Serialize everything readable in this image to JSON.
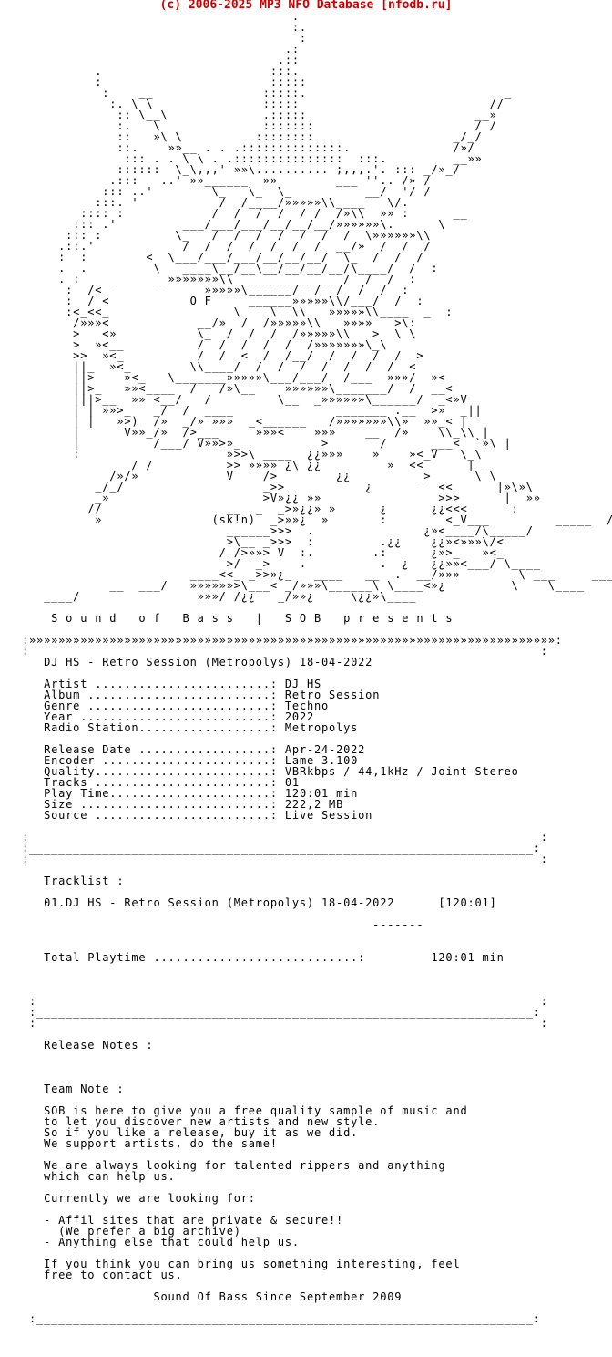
{
  "watermark": "(c) 2006-2025 MP3 NFO Database [nfodb.ru]",
  "ascii_art": "                                     .\n                                     :.\n                                      :\n                                    .:\n                                   .::\n          .                       :::.\n          :                       :::::\n           :    __               :::::.                           _\n            :. \\ \\               :::::                          //\n             :: \\__\\             .:::::                       __»\n             :.   \\              :::::::                      / /\n             ::   »\\ \\          ::::::::                   _/_/\n             ::.    »»__ . . .::::::::::::::.              /»/\n              ::: . . \\ \\ . .:::::::::::::::  :::.         __»»\n             ::::::  \\_\\,,,' »»\\.......... ;,,,.'. ::: _/»_/\n            .:::   ..' »»______  »»        ___ ''.. /» /\n           ::: ..'        \\_   \\_  \\_          __/  '/ /\n          :::. '           /  /____/»»»»»\\\\____   \\/.\n        :::: :            /  /  /  /  / /  /»\\\\  »» :      __\n       ::: .'         ___/___/___/__/__/__/»»»»»»\\.      \\\n      ::: :          \\_   /  /  /  /  /  /  /  \\»»»»»»\\\\\n     .::.'            /  /  /  /  /  /  /  __/»  /  /  /\n     :  :        <  \\___/___/___/__/__/__/  \\_  /  /  /\n     .  .         \\   ____\\__/__\\__/__/__/__/\\____/  /  :\n     . :    _     __»»»»»»»\\\\_______________/  /  /  :\n      :  /<              »»»»»\\______/  /  /  /  /  :\n      :  / <           O F     ______»»»»»\\\\/___/  /  :\n      :<_<<_                 \\    \\  \\\\   »»»»»\\\\____  _  :\n       /»»»<            __/»  /  /»»»»»\\\\   »»»»   >\\:\n       >   <»           \\_  /  /  /  /»»»»»\\\\   >  \\ \\\n       >  »<__          /  /  /  /  /  /»»»»»»»\\_\\\n       >>  »<_          /  /  <  /  /__/  /  /  /  /  >\n       ||_  »<_        \\\\____/  /  /  /  /  /  /  /  <\n       ||>    »<_   \\_______»»»»»\\___/___/  /___  »»»/  »<\n       ||>_   »»<____  /   /»\\__    »»»»»»\\_______/  /  __<\n       |||>__  »» <__/   /         \\__  _»»»»»»\\______/  _<»V\n       | | »»>_   _/  /  ____              _______ .__  >»  _||\n       | |   »>)  /»  _/» »»»  _<______   /»»»»»»»\\\\»  »»_< |\n       |      V»»_/»  />___     »»»<    »»»    __  /»    \\\\_\\\\ |\n       |          /___/ V»»>»_           >       /      ___<  `»\\ |\n       :                    »>>\\ ____  ¿¿»»»    »    »<_V   \\_\\\n              _/ /          >> »»»» ¿\\ ¿¿         »  <<      |_\n            /»/»            V    />        ¿¿         _>      \\ \\_\n          _/_/                   _>>           ¿         <<      |»\\»\\\n          _»                     >V»¿¿ »»                >>>      |  »»\n         //                 __  _  _>»¿¿» »      ¿      ¿¿<<<      :\n          »               (sk!n)  _>»»¿  »       :        <_V___         _____  /\n                            ______>>>  .               ¿»<____/\\_____/\n                            >\\__ _>>>  :         .¿¿    ¿¿»<»»»\\/<\n                           / />»»> V  :.        .:      ¿»>_   »<_\n                            >/  _>    .          .  ¿   ¿¿»»<___/ \\____\n                       ____<<_ _>>»¿_   ____   __  .  __/»»»        \\ ___     _____\n            __  ___/   »»»»»»>\\___< _/»»»\\______\\ \\____<»¿         \\    \\____\n   ____/                »»»/ /¿¿   _/»»¿     \\¿¿»\\____",
  "presents": "S o u n d   o f   B a s s   |   S O B   p r e s e n t s",
  "border_top": ":»»»»»»»»»»»»»»»»»»»»»»»»»»»»»»»»»»»»»»»»»»»»»»»»»»»»»»»»»»»»»»»»»»»»»»»»:",
  "release_title": "DJ HS - Retro Session (Metropolys) 18-04-2022",
  "info": [
    {
      "label": "Artist ........................:",
      "value": "DJ HS"
    },
    {
      "label": "Album .........................:",
      "value": "Retro Session"
    },
    {
      "label": "Genre .........................:",
      "value": "Techno"
    },
    {
      "label": "Year ..........................:",
      "value": "2022"
    },
    {
      "label": "Radio Station..................:",
      "value": "Metropolys"
    }
  ],
  "tech": [
    {
      "label": "Release Date ..................:",
      "value": "Apr-24-2022"
    },
    {
      "label": "Encoder .......................:",
      "value": "Lame 3.100"
    },
    {
      "label": "Quality........................:",
      "value": "VBRkbps / 44,1kHz / Joint-Stereo"
    },
    {
      "label": "Tracks ........................:",
      "value": "01"
    },
    {
      "label": "Play Time......................:",
      "value": "120:01 min"
    },
    {
      "label": "Size ..........................:",
      "value": "222,2 MB"
    },
    {
      "label": "Source ........................:",
      "value": "Live Session"
    }
  ],
  "divider": ":_____________________________________________________________________:",
  "tracklist_heading": "Tracklist :",
  "track": {
    "name": "01.DJ HS - Retro Session (Metropolys) 18-04-2022",
    "time": "[120:01]"
  },
  "track_rule": "-------",
  "total": {
    "label": "Total Playtime ............................:",
    "value": "120:01 min"
  },
  "release_notes_heading": "Release Notes :",
  "team_note_heading": "Team Note :",
  "team_para1": [
    "SOB is here to give you a free quality sample of music and",
    "to let you discover new artists and new style.",
    "So if you like a release, buy it as we did.",
    "We support artists, do the same!"
  ],
  "team_para2": [
    "We are always looking for talented rippers and anything",
    "which can help us."
  ],
  "looking_for": "Currently we are looking for:",
  "looking_items": [
    "- Affil sites that are private & secure!!",
    "  (We prefer a big archive)",
    "- Anything else that could help us."
  ],
  "contact": [
    "If you think you can bring us something interesting, feel",
    "free to contact us."
  ],
  "footer_tagline": "Sound Of Bass Since September 2009",
  "bottom_divider": ":____________________________________________________________________:"
}
